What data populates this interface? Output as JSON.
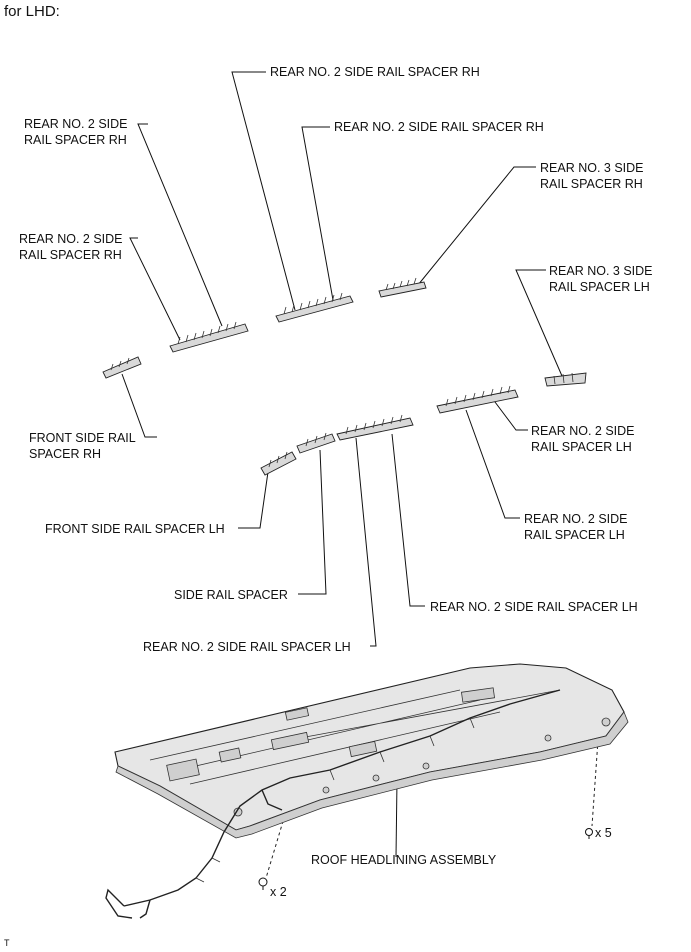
{
  "header": "for LHD:",
  "labels": {
    "rear2_rh_top": "REAR NO. 2 SIDE RAIL SPACER RH",
    "rear2_rh_mid": "REAR NO. 2 SIDE RAIL SPACER RH",
    "rear2_rh_left_a": [
      "REAR NO. 2 SIDE",
      "RAIL SPACER RH"
    ],
    "rear2_rh_left_b": [
      "REAR NO. 2 SIDE",
      "RAIL SPACER RH"
    ],
    "rear3_rh": [
      "REAR NO. 3 SIDE",
      "RAIL SPACER RH"
    ],
    "rear3_lh": [
      "REAR NO. 3 SIDE",
      "RAIL SPACER LH"
    ],
    "front_rh": [
      "FRONT SIDE RAIL",
      "SPACER RH"
    ],
    "rear2_lh_a": [
      "REAR NO. 2 SIDE",
      "RAIL SPACER LH"
    ],
    "rear2_lh_b": [
      "REAR NO. 2 SIDE",
      "RAIL SPACER LH"
    ],
    "front_lh": "FRONT SIDE RAIL SPACER LH",
    "side_rail": "SIDE RAIL SPACER",
    "rear2_lh_c": "REAR NO. 2 SIDE RAIL SPACER LH",
    "rear2_lh_d": "REAR NO. 2 SIDE RAIL SPACER LH",
    "roof": "ROOF HEADLINING ASSEMBLY",
    "qty_x5": "x 5",
    "qty_x2": "x 2",
    "corner_mark": "T"
  }
}
